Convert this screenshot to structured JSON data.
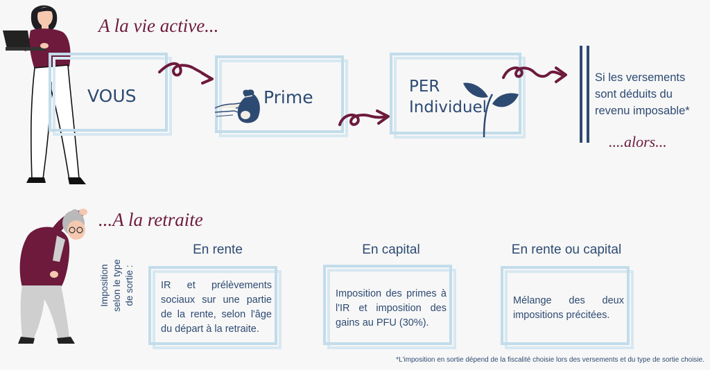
{
  "top": {
    "title": "A la vie active...",
    "vous": "VOUS",
    "prime": "Prime",
    "per_line1": "PER",
    "per_line2": "Individuel",
    "condition": "Si les versements sont déduits du revenu imposable*",
    "alors": "....alors..."
  },
  "bottom": {
    "title": "...A la retraite",
    "side_label_line1": "Imposition",
    "side_label_line2": "selon le type",
    "side_label_line3": "de sortie :",
    "columns": [
      {
        "heading": "En rente",
        "text": "IR et prélèvements sociaux sur une partie de la rente, selon l'âge du départ à la retraite."
      },
      {
        "heading": "En capital",
        "text": "Imposition des primes à l'IR et imposition des gains au PFU (30%)."
      },
      {
        "heading": "En rente ou capital",
        "text": "Mélange des deux impositions précitées."
      }
    ]
  },
  "footnote": "*L'imposition en sortie dépend de la fiscalité choisie lors des versements et du type de sortie choisie.",
  "colors": {
    "navy": "#2d4a72",
    "burgundy": "#6d1a3c",
    "box_border": "#c2dcea",
    "background": "#f7f7f7"
  },
  "icons": [
    "woman-laptop-illustration",
    "hand-money-bag-icon",
    "leaf-sprout-icon",
    "curly-arrow-icon",
    "elderly-woman-illustration"
  ]
}
